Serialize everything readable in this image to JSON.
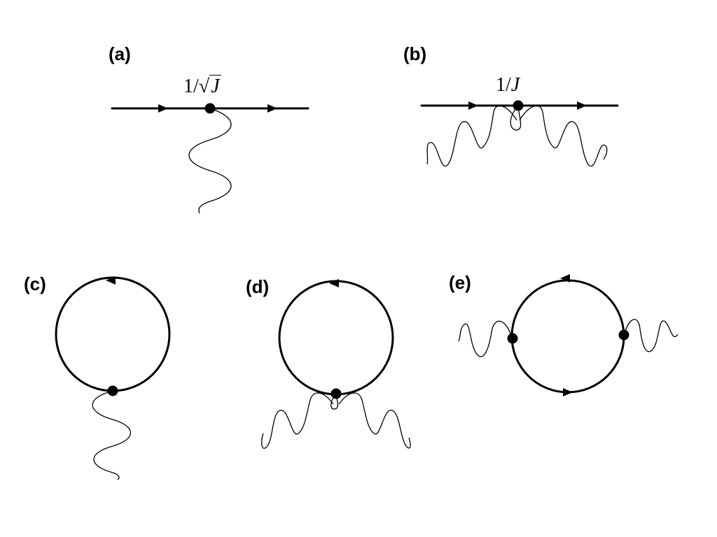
{
  "panels": {
    "a": {
      "label": "(a)",
      "coupling": {
        "numerator": "1/",
        "radical": "√",
        "symbol": "J"
      }
    },
    "b": {
      "label": "(b)",
      "coupling": {
        "numerator": "1/",
        "symbol": "J"
      }
    },
    "c": {
      "label": "(c)"
    },
    "d": {
      "label": "(d)"
    },
    "e": {
      "label": "(e)"
    }
  }
}
